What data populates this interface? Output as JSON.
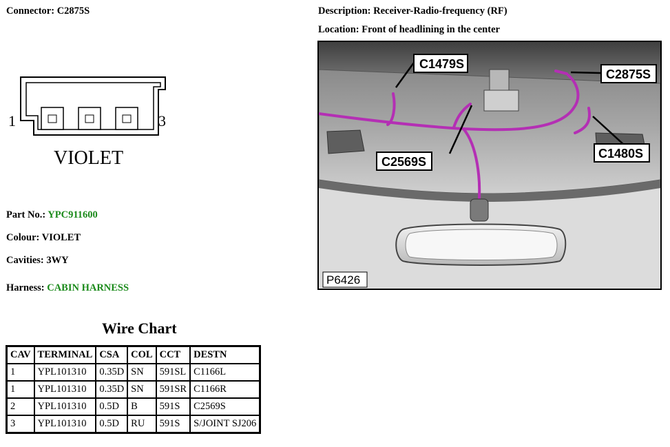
{
  "connector": {
    "label": "Connector:",
    "value": "C2875S"
  },
  "description": {
    "label": "Description:",
    "value": "Receiver-Radio-frequency (RF)"
  },
  "location": {
    "label": "Location:",
    "value": "Front of headlining in the center"
  },
  "drawing": {
    "pin_left": "1",
    "pin_right": "3",
    "color_text": "VIOLET"
  },
  "part_no": {
    "label": "Part No.:",
    "value": "YPC911600"
  },
  "colour": {
    "label": "Colour:",
    "value": "VIOLET"
  },
  "cavities": {
    "label": "Cavities:",
    "value": "3WY"
  },
  "harness": {
    "label": "Harness:",
    "value": "CABIN HARNESS"
  },
  "wire_chart": {
    "title": "Wire Chart",
    "headers": [
      "CAV",
      "TERMINAL",
      "CSA",
      "COL",
      "CCT",
      "DESTN"
    ],
    "rows": [
      [
        "1",
        "YPL101310",
        "0.35D",
        "SN",
        "591SL",
        "C1166L"
      ],
      [
        "1",
        "YPL101310",
        "0.35D",
        "SN",
        "591SR",
        "C1166R"
      ],
      [
        "2",
        "YPL101310",
        "0.5D",
        "B",
        "591S",
        "C2569S"
      ],
      [
        "3",
        "YPL101310",
        "0.5D",
        "RU",
        "591S",
        "S/JOINT SJ206"
      ]
    ]
  },
  "photo": {
    "callouts": [
      "C1479S",
      "C2875S",
      "C2569S",
      "C1480S"
    ],
    "figure_id": "P6426",
    "harness_color": "#b42fb4",
    "label_text_color": "#000000"
  },
  "colors": {
    "green_value": "#1a8a1a"
  }
}
